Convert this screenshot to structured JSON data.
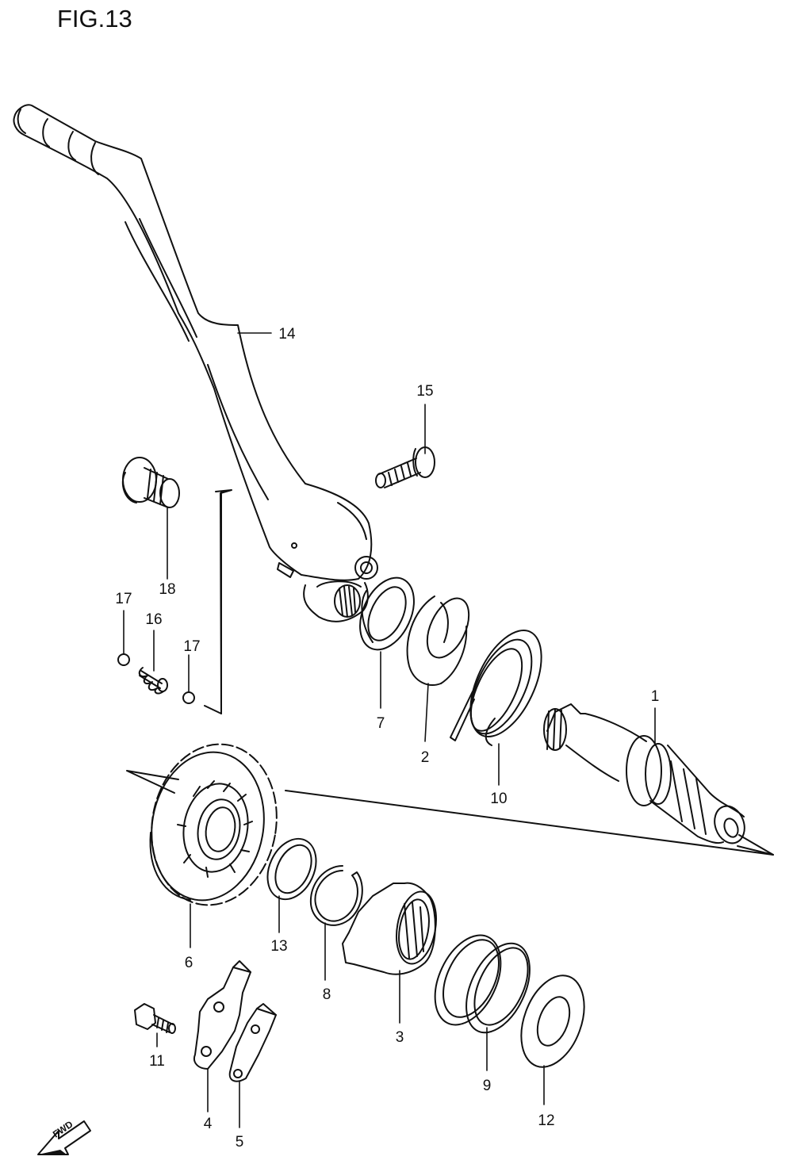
{
  "figure_label": "FIG.13",
  "fwd_label": "FWD",
  "callouts": [
    "1",
    "2",
    "3",
    "4",
    "5",
    "6",
    "7",
    "8",
    "9",
    "10",
    "11",
    "12",
    "13",
    "14",
    "15",
    "16",
    "17",
    "17",
    "18"
  ]
}
